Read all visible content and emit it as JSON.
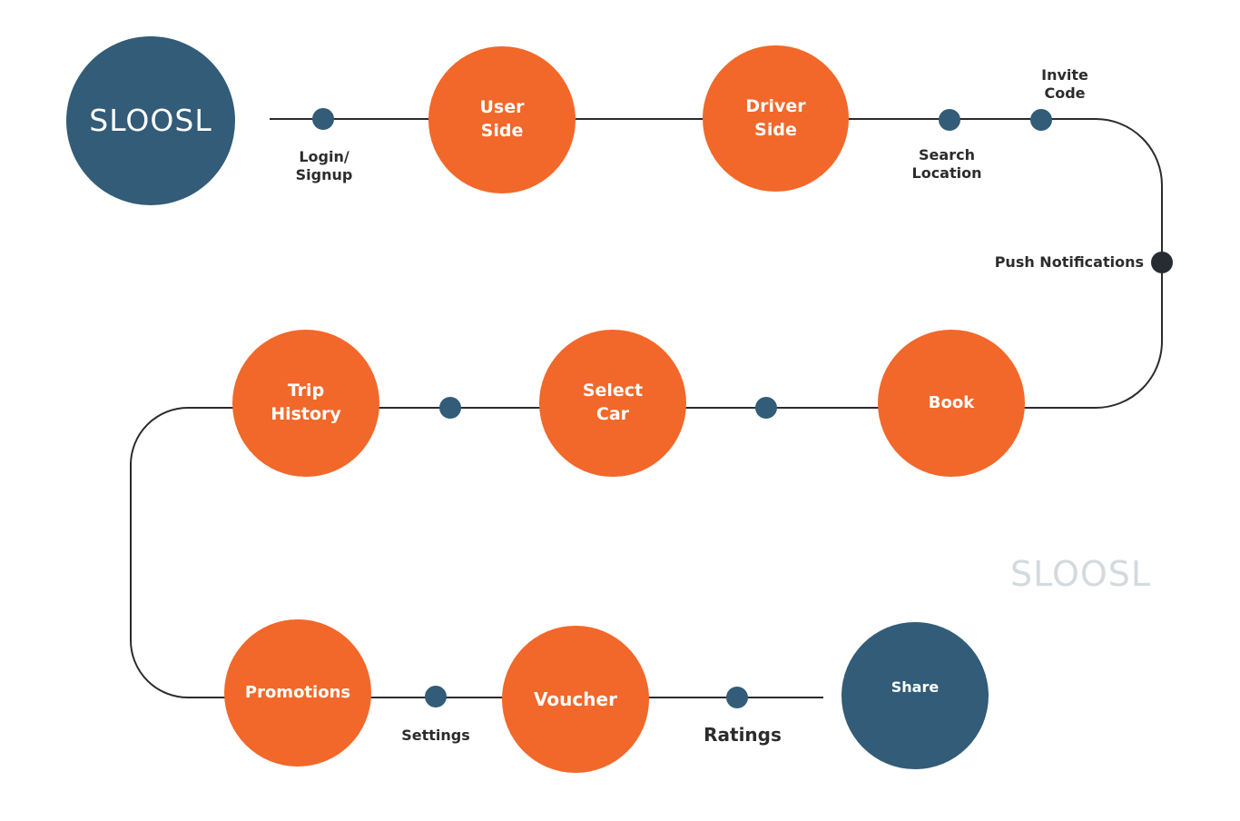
{
  "logo_text": "SLOOSL",
  "watermark_text": "SLOOSL",
  "colors": {
    "orange": "#f1682a",
    "navy": "#325c78",
    "dark_dot": "#252d33",
    "line": "#2b2b2b",
    "watermark": "#d3dade"
  },
  "nodes": {
    "user_side": "User\nSide",
    "driver_side": "Driver\nSide",
    "book": "Book",
    "select_car": "Select\nCar",
    "trip_history": "Trip\nHistory",
    "promotions": "Promotions",
    "voucher": "Voucher",
    "share": "Share"
  },
  "labels": {
    "login_signup": "Login/\nSignup",
    "search_location": "Search\nLocation",
    "invite_code": "Invite\nCode",
    "push_notifications": "Push Notifications",
    "settings": "Settings",
    "ratings": "Ratings"
  }
}
